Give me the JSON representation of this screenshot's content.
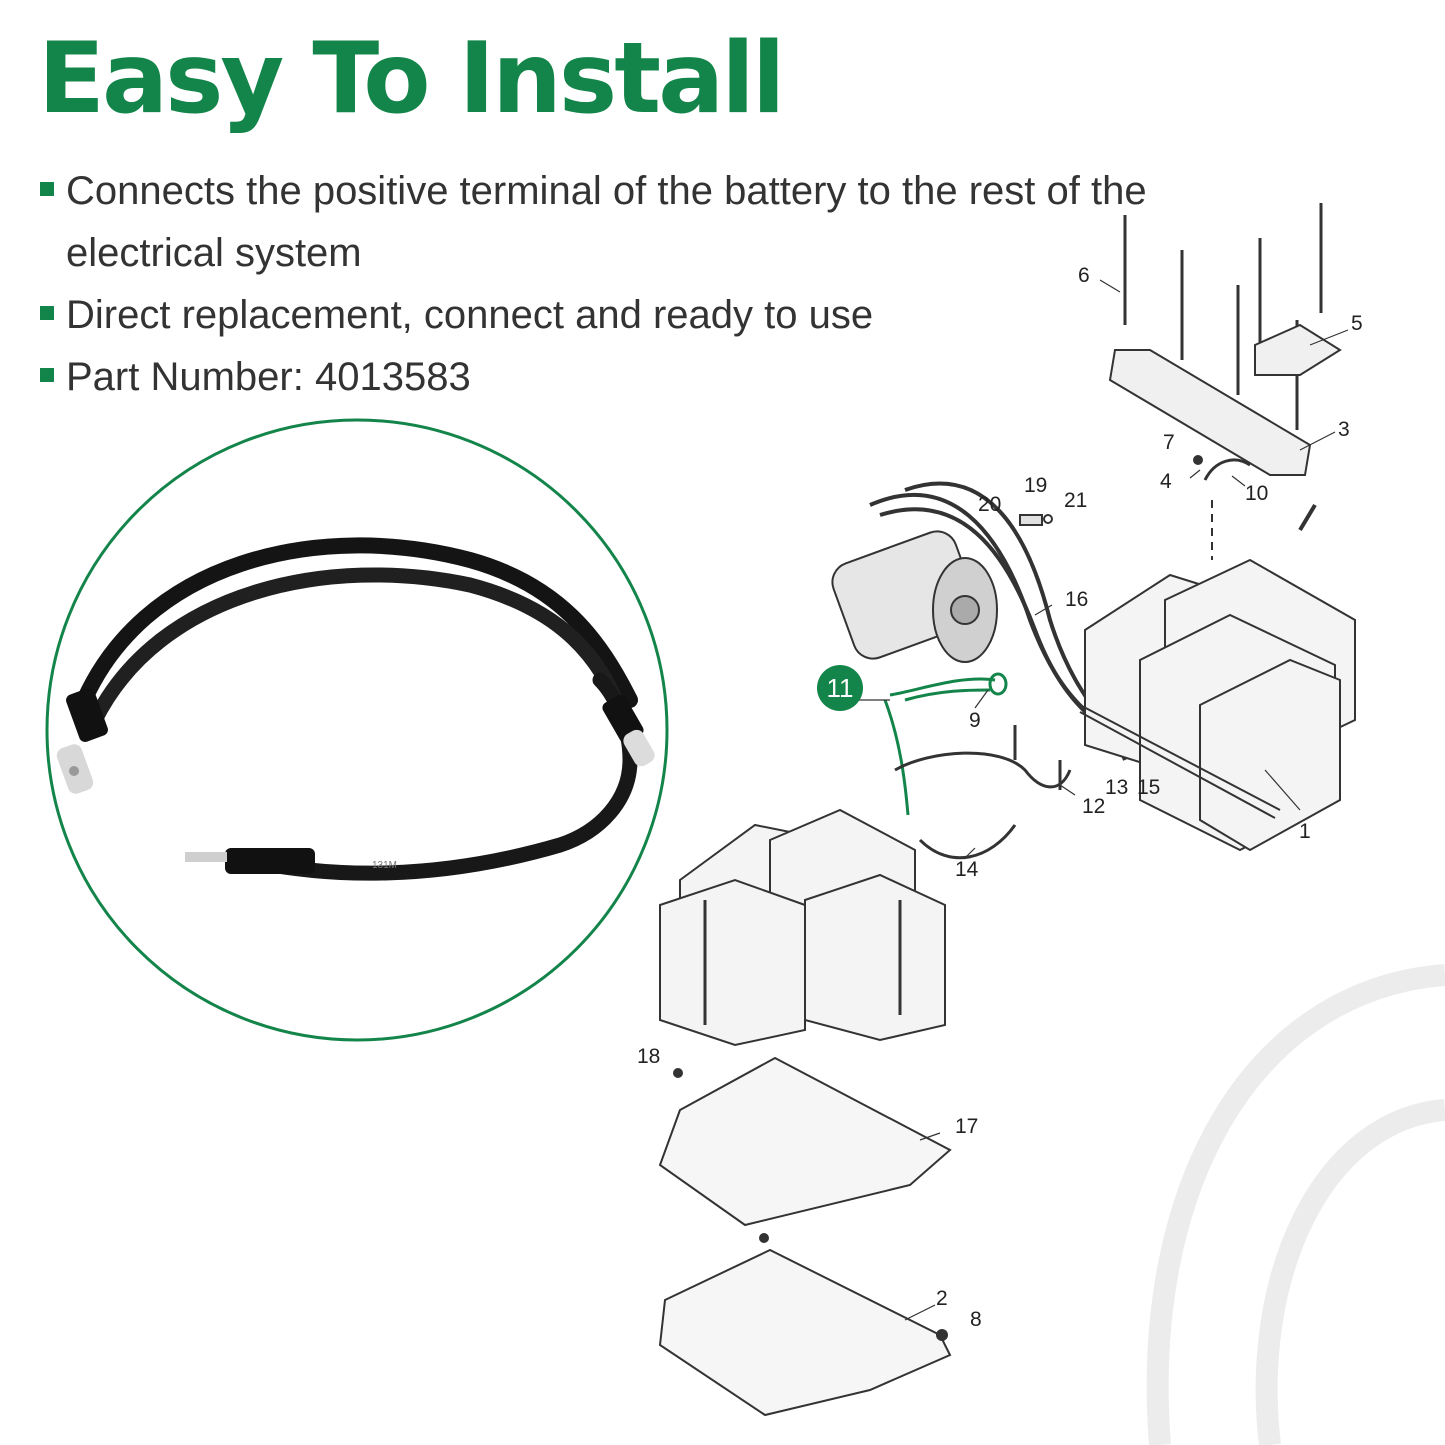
{
  "title": "Easy To Install",
  "bullets": [
    "Connects the positive terminal of the battery to the rest of the electrical system",
    "Direct replacement, connect and ready to use",
    "Part Number: 4013583"
  ],
  "cable_print": "131M",
  "callouts": {
    "c1": "1",
    "c2": "2",
    "c3": "3",
    "c4": "4",
    "c5": "5",
    "c6": "6",
    "c7": "7",
    "c8": "8",
    "c9": "9",
    "c10": "10",
    "c11": "11",
    "c12": "12",
    "c13": "13",
    "c14": "14",
    "c15": "15",
    "c16": "16",
    "c17": "17",
    "c18": "18",
    "c19": "19",
    "c20": "20",
    "c21": "21"
  },
  "colors": {
    "brand_green": "#14854a",
    "text": "#333333"
  }
}
